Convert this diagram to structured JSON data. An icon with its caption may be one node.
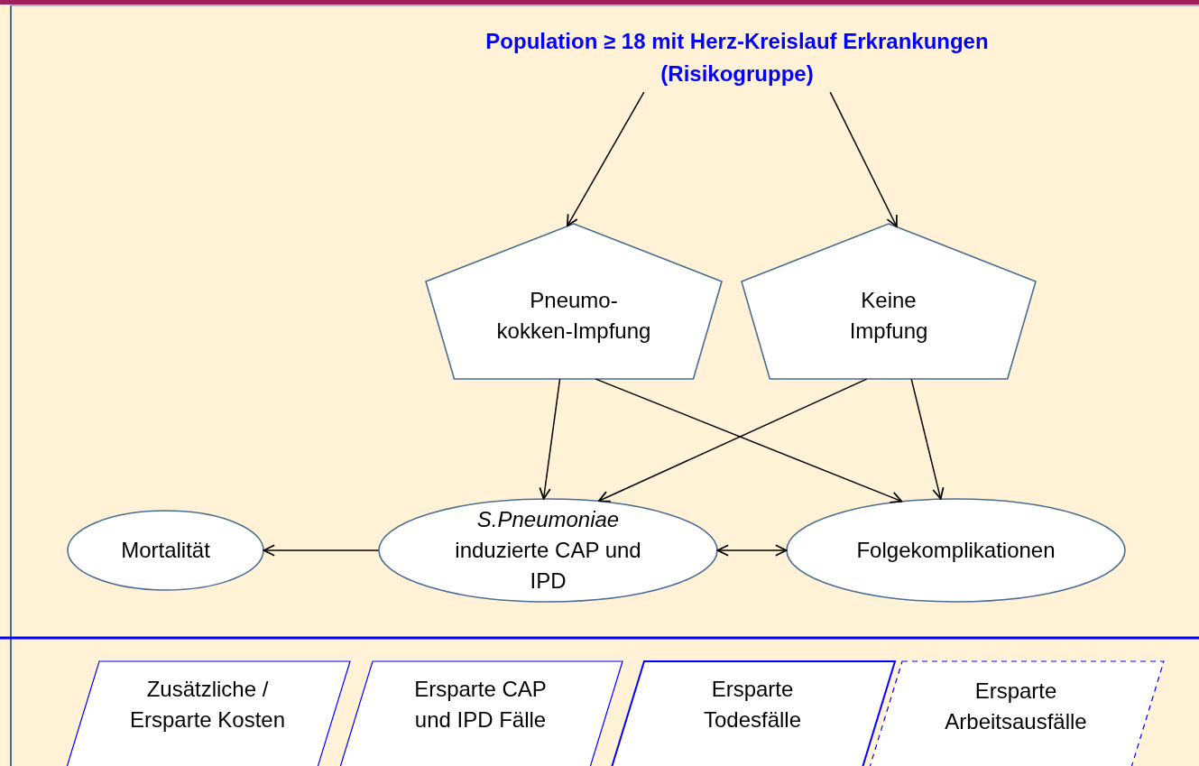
{
  "diagram": {
    "nodes": [
      {
        "text": [
          "Population ≥ 18 mit Herz-Kreislauf Erkrankungen (Risikogruppe)"
        ]
      },
      {
        "text": [
          "Pneumo- kokken-Impfung"
        ]
      },
      {
        "text": [
          "Keine Impfung"
        ]
      },
      {
        "text": [
          "*S.Pneumoniae* induzierte CAP und IPD"
        ]
      },
      {
        "text": [
          "Folgekomplikationen"
        ]
      },
      {
        "text": [
          "Mortalität"
        ]
      },
      {
        "text": [
          "Zusätzliche / Ersparte Kosten"
        ]
      },
      {
        "text": [
          "Ersparte CAP und IPD Fälle"
        ]
      },
      {
        "text": [
          "Ersparte Todesfälle"
        ]
      },
      {
        "text": [
          "Ersparte Arbeitsausfälle"
        ]
      }
    ],
    "edges": [
      {
        "from": 0,
        "to": 1,
        "arrow": "to"
      },
      {
        "from": 0,
        "to": 2,
        "arrow": "to"
      },
      {
        "from": 1,
        "to": 3,
        "arrow": "to"
      },
      {
        "from": 1,
        "to": 4,
        "arrow": "to"
      },
      {
        "from": 2,
        "to": 3,
        "arrow": "to"
      },
      {
        "from": 2,
        "to": 4,
        "arrow": "to"
      },
      {
        "from": 3,
        "to": 5,
        "arrow": "to"
      },
      {
        "from": 3,
        "to": 4,
        "arrow": "both"
      }
    ]
  }
}
